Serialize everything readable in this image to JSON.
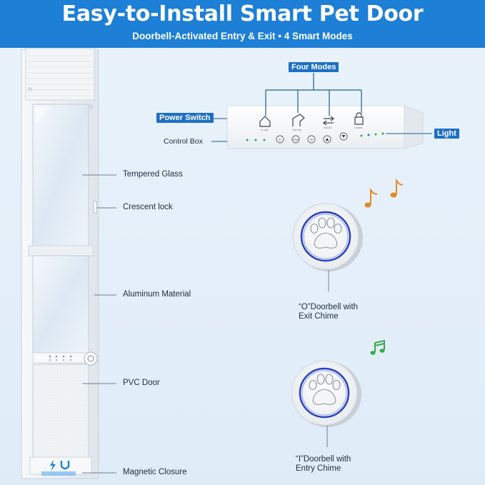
{
  "header": {
    "title": "Easy-to-Install Smart Pet Door",
    "subtitle": "Doorbell-Activated Entry & Exit • 4 Smart Modes"
  },
  "door_labels": {
    "glass": "Tempered Glass",
    "lock": "Crescent lock",
    "aluminum": "Aluminum Material",
    "pvc": "PVC Door",
    "magnetic": "Magnetic Closure"
  },
  "control_box": {
    "four_modes": "Four Modes",
    "power_switch": "Power Switch",
    "label": "Control Box",
    "light": "Light",
    "mode_icons": [
      "house-icon",
      "dog-exit-icon",
      "in-out-arrows-icon",
      "lock-icon"
    ],
    "buttons": [
      "In",
      "Out",
      "M"
    ]
  },
  "doorbells": {
    "exit_line1": "“O”Doorbell with",
    "exit_line2": "Exit Chime",
    "entry_line1": "“I”Doorbell with",
    "entry_line2": "Entry Chime"
  },
  "colors": {
    "banner": "#1d7fd6",
    "tag": "#1d6fc4",
    "note_orange": "#e08a23",
    "note_green": "#3aa84a",
    "doorbell_ring": "#2a3fbf"
  }
}
